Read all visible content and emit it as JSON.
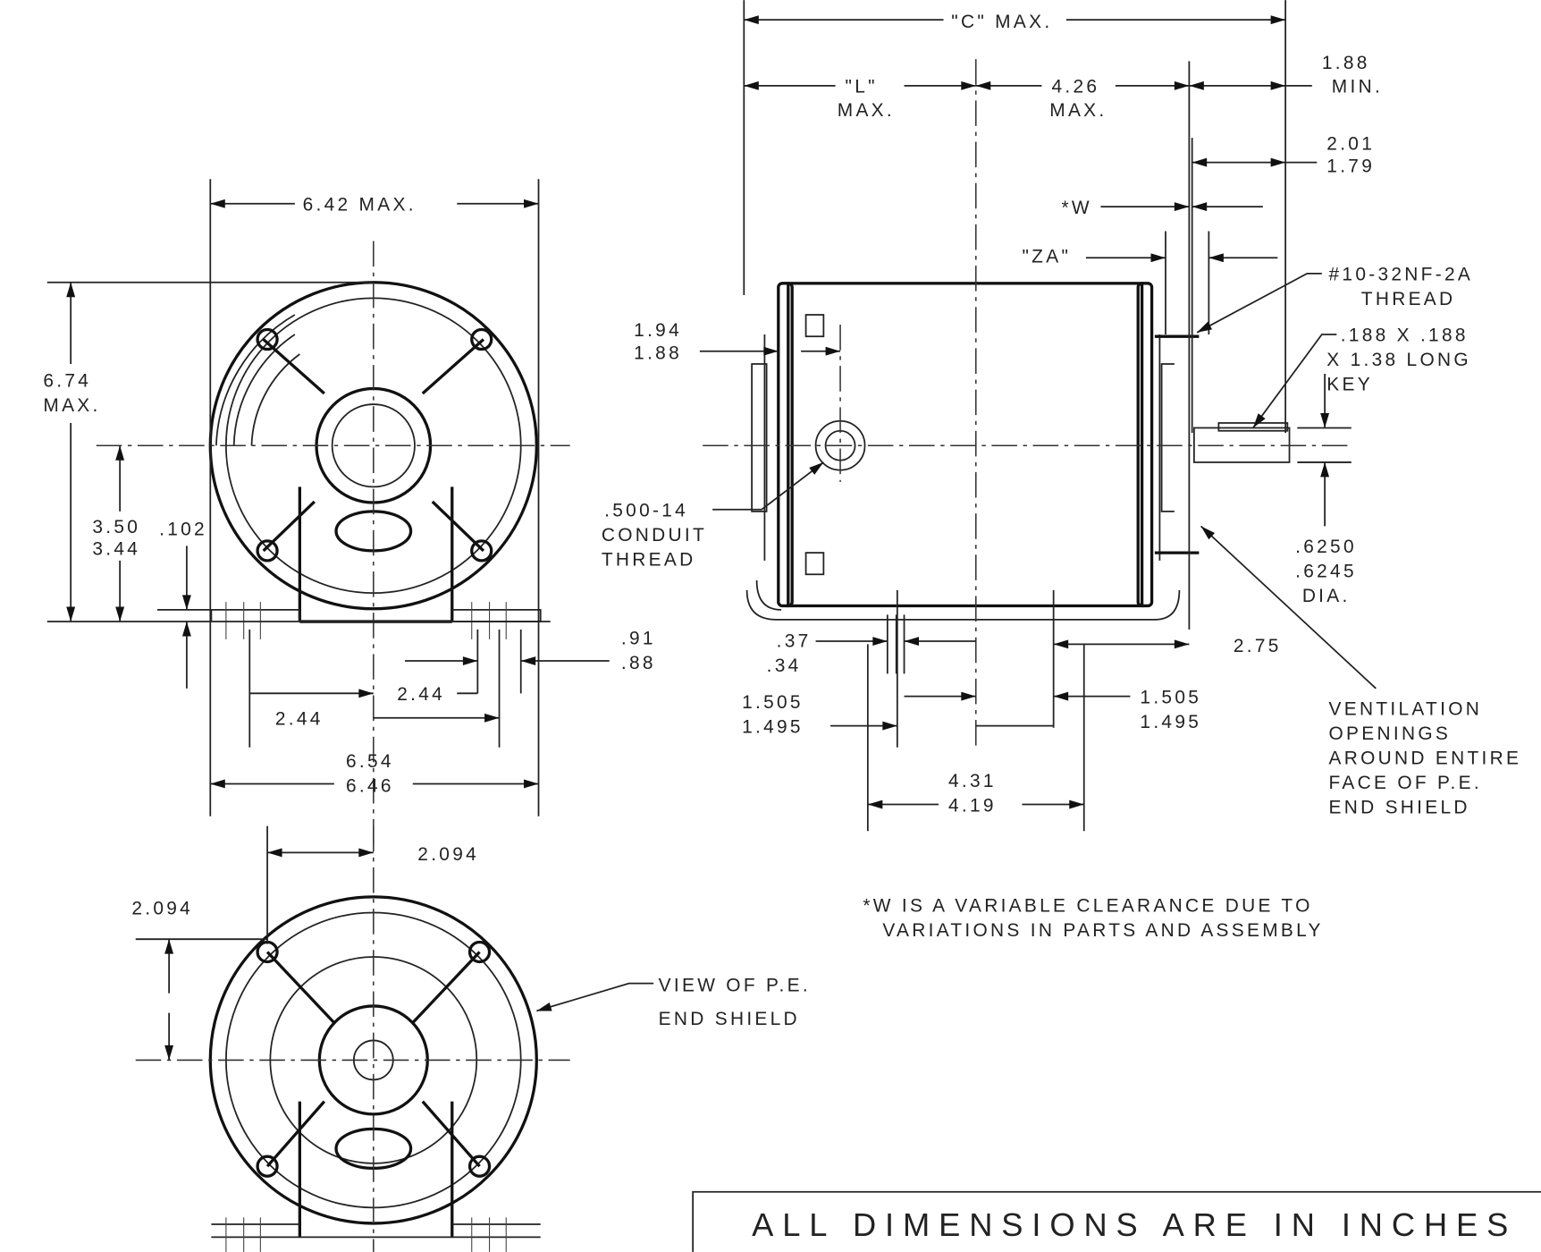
{
  "front_view": {
    "width": "6.42 MAX.",
    "height": [
      "6.74",
      "MAX."
    ],
    "shaft_height": [
      "3.50",
      "3.44"
    ],
    "foot_thickness": ".102",
    "slot_width": [
      ".91",
      ".88"
    ],
    "half_slot_right": "2.44",
    "half_slot_left": "2.44",
    "base_width": [
      "6.54",
      "6.46"
    ]
  },
  "end_view": {
    "offset_x": "2.094",
    "offset_y": "2.094",
    "callout": [
      "VIEW OF P.E.",
      "END SHIELD"
    ]
  },
  "side_view": {
    "overall": "\"C\" MAX.",
    "l_max": [
      "\"L\"",
      "MAX."
    ],
    "dim_426": [
      "4.26",
      "MAX."
    ],
    "dim_188": [
      "1.88",
      "MIN."
    ],
    "dim_201": [
      "2.01",
      "1.79"
    ],
    "w_label": "*W",
    "za_label": "\"ZA\"",
    "thread_note": [
      "#10-32NF-2A",
      "THREAD"
    ],
    "key_note": [
      ".188 X .188",
      "X 1.38 LONG",
      "KEY"
    ],
    "dim_194": [
      "1.94",
      "1.88"
    ],
    "conduit_note": [
      ".500-14",
      "CONDUIT",
      "THREAD"
    ],
    "shaft_dia": [
      ".6250",
      ".6245",
      "DIA."
    ],
    "dim_037": [
      ".37",
      ".34"
    ],
    "dim_275": "2.75",
    "dim_1505_left": [
      "1.505",
      "1.495"
    ],
    "dim_1505_right": [
      "1.505",
      "1.495"
    ],
    "dim_431": [
      "4.31",
      "4.19"
    ],
    "vent_note": [
      "VENTILATION",
      "OPENINGS",
      "AROUND ENTIRE",
      "FACE OF P.E.",
      "END SHIELD"
    ]
  },
  "footnote": [
    "*W IS A VARIABLE CLEARANCE DUE TO",
    "VARIATIONS IN PARTS AND ASSEMBLY"
  ],
  "units_box": "ALL DIMENSIONS ARE IN INCHES"
}
